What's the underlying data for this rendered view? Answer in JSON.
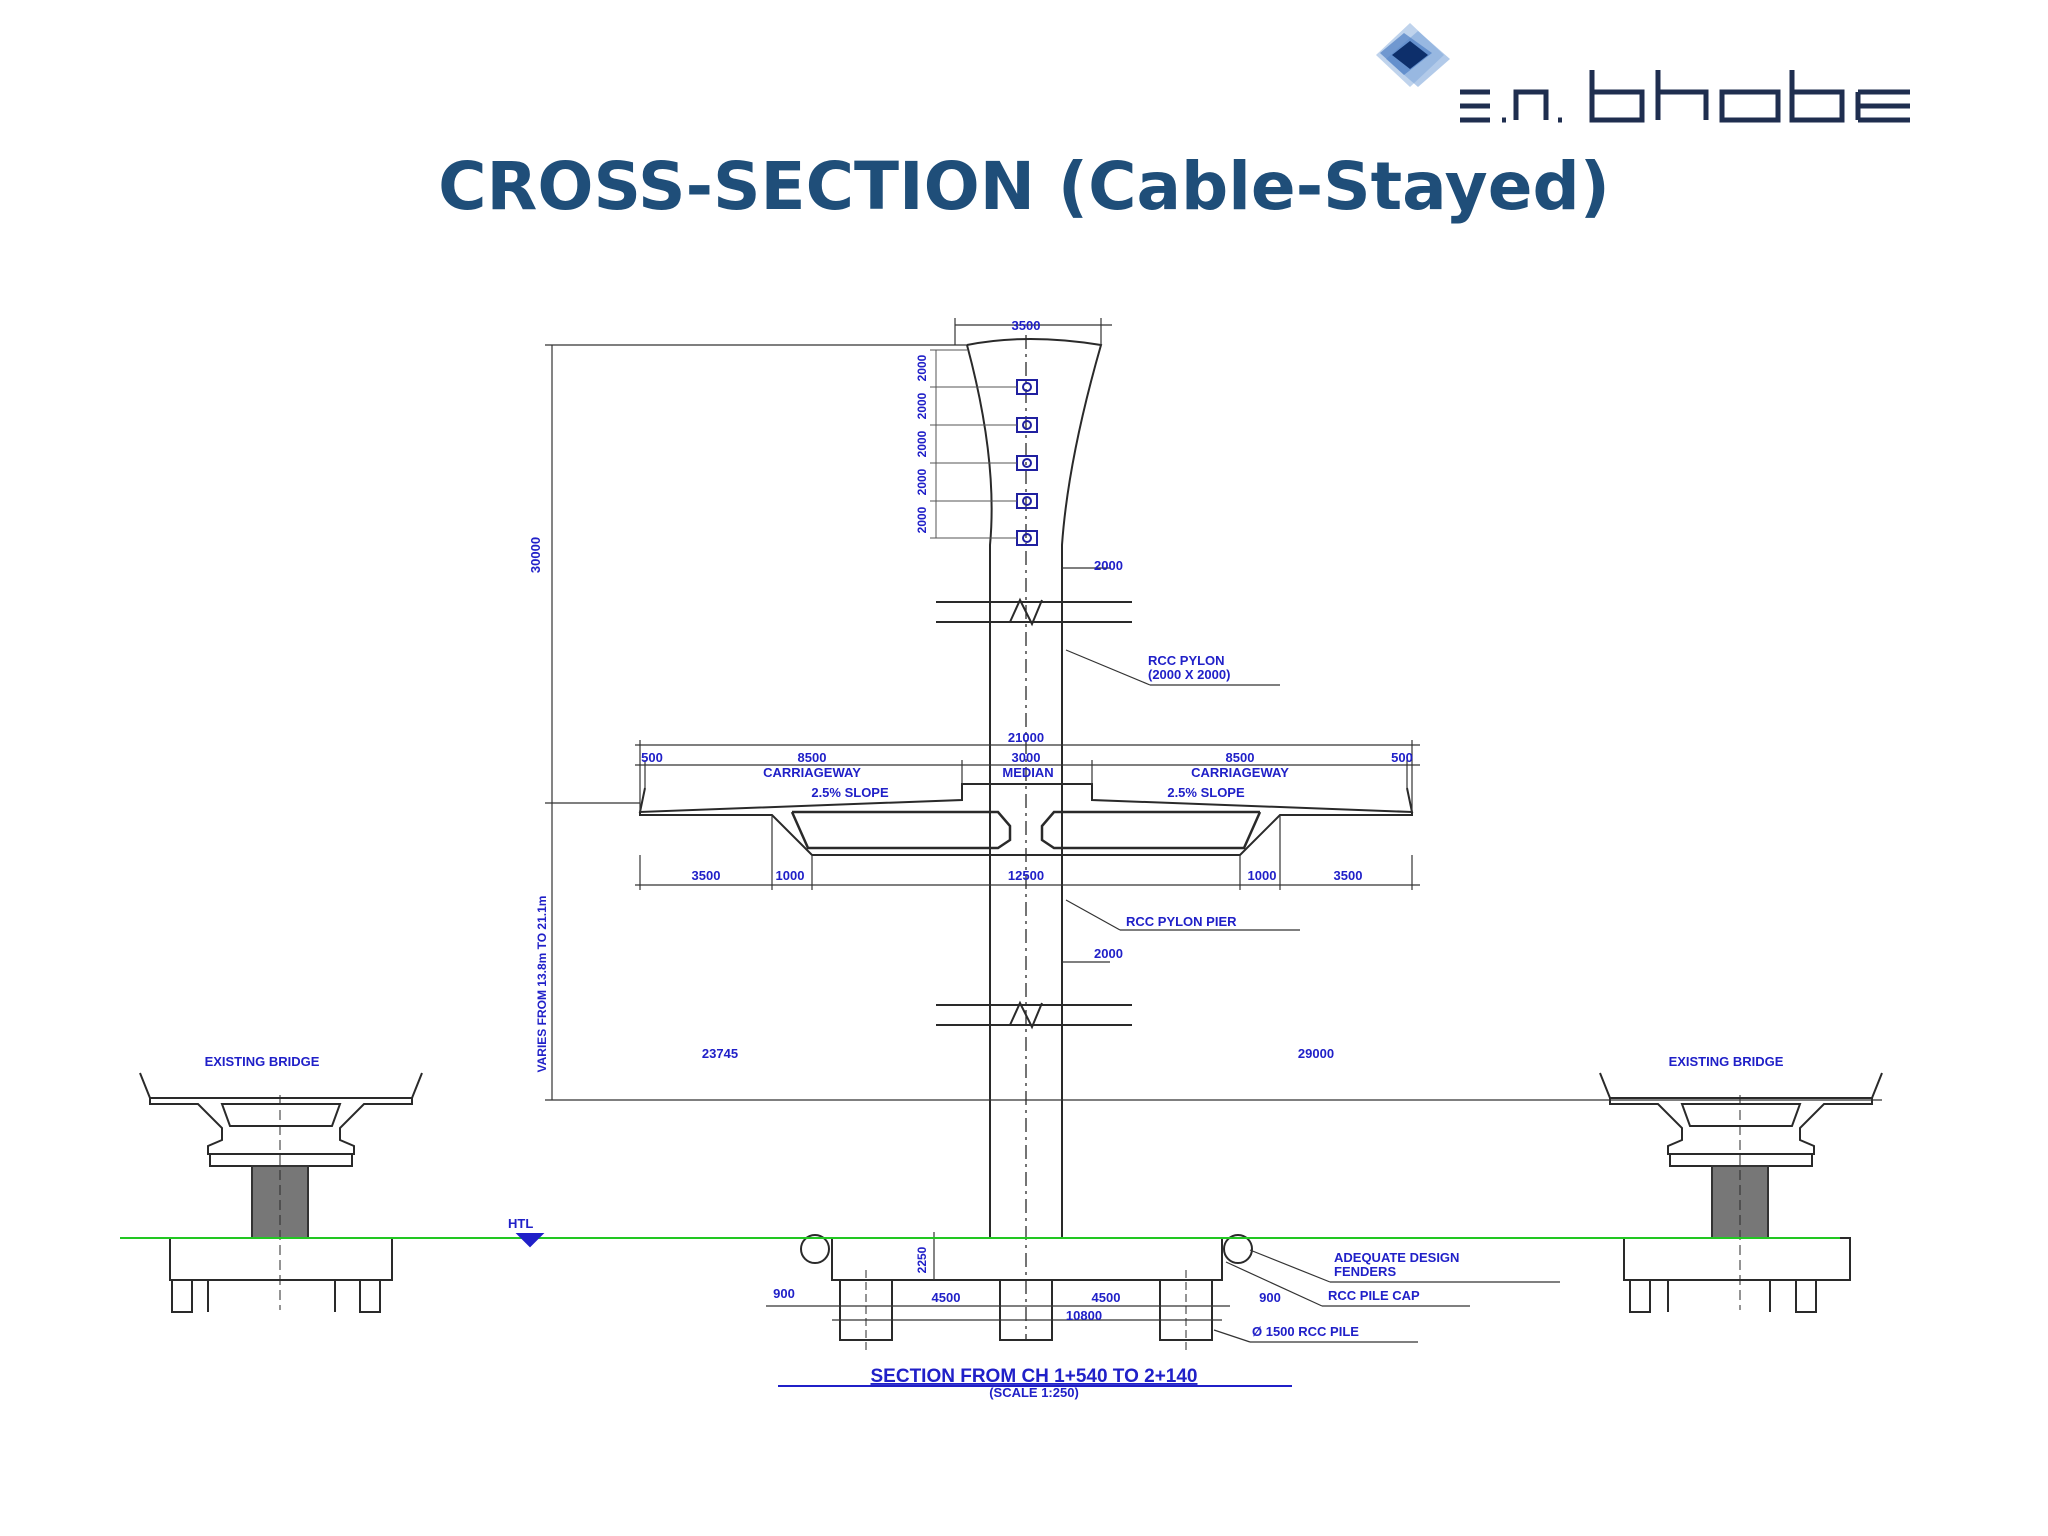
{
  "header": {
    "logo_text": "s.n. bhobe",
    "title": "CROSS-SECTION (Cable-Stayed)"
  },
  "drawing": {
    "pylon_top_width": "3500",
    "pylon_height": "30000",
    "cable_spacings": [
      "2000",
      "2000",
      "2000",
      "2000",
      "2000"
    ],
    "pylon_width": "2000",
    "pylon_label_1": "RCC PYLON",
    "pylon_label_2": "(2000 X 2000)",
    "deck_total_width": "21000",
    "edge_left": "500",
    "carriageway_left_width": "8500",
    "median_width": "3000",
    "carriageway_right_width": "8500",
    "edge_right": "500",
    "carriageway_left_label": "CARRIAGEWAY",
    "median_label": "MEDIAN",
    "carriageway_right_label": "CARRIAGEWAY",
    "slope_left": "2.5% SLOPE",
    "slope_right": "2.5% SLOPE",
    "cantilever_left": "3500",
    "web_left": "1000",
    "box_width": "12500",
    "web_right": "1000",
    "cantilever_right": "3500",
    "pier_label": "RCC PYLON PIER",
    "pier_width": "2000",
    "varies_label": "VARIES FROM 13.8m TO 21.1m",
    "gap_left": "23745",
    "gap_right": "29000",
    "existing_left": "EXISTING BRIDGE",
    "existing_right": "EXISTING BRIDGE",
    "htl": "HTL",
    "pile_cap_depth": "2250",
    "edge_900_left": "900",
    "pile_spacing_left": "4500",
    "pile_spacing_right": "4500",
    "edge_900_right": "900",
    "pile_cap_width": "10800",
    "fender_label_1": "ADEQUATE DESIGN",
    "fender_label_2": "FENDERS",
    "pile_cap_label": "RCC PILE CAP",
    "pile_label": "Ø 1500 RCC PILE",
    "section_title": "SECTION FROM CH 1+540 TO 2+140",
    "scale_label": "(SCALE 1:250)"
  },
  "colors": {
    "title": "#1f4e79",
    "linework": "#2a2a2a",
    "dimension_text": "#2020c8",
    "water_line": "#22c722"
  }
}
